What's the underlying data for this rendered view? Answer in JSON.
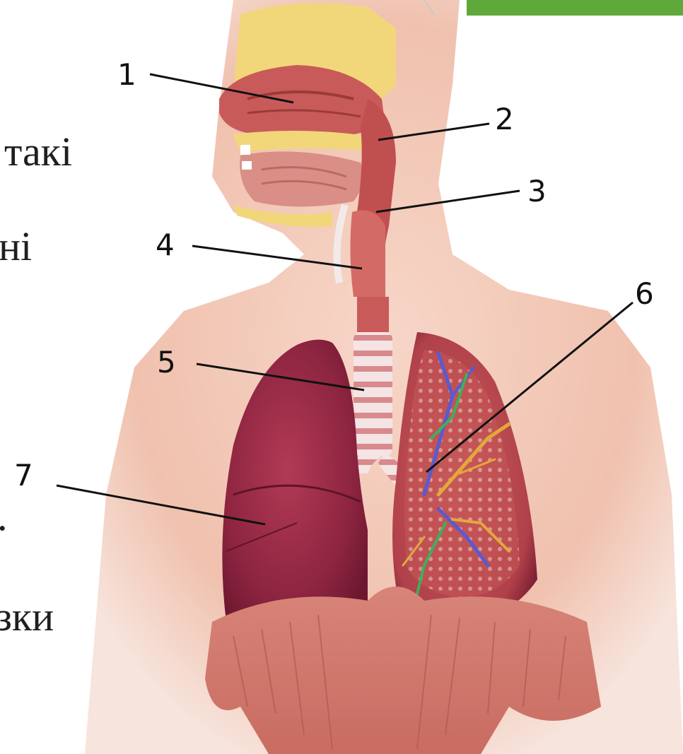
{
  "slide": {
    "accent_color": "#5fa83a",
    "text_fragments": [
      "такі",
      "ні",
      ".",
      "зки"
    ]
  },
  "diagram": {
    "labels": [
      "1",
      "2",
      "3",
      "4",
      "5",
      "6",
      "7"
    ]
  }
}
